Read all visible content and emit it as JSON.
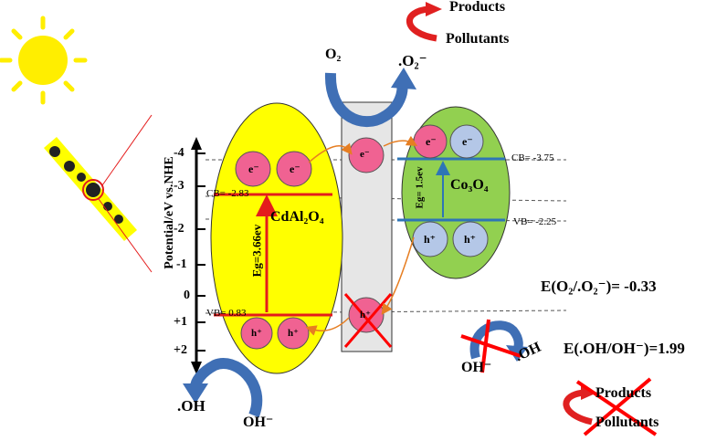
{
  "axis": {
    "title": "Potential/eV vs.NHE",
    "ticks": [
      "-4",
      "-3",
      "-2",
      "-1",
      "0",
      "+1",
      "+2"
    ]
  },
  "cdal2o4": {
    "name": "CdAl₂O₄",
    "cb": "CB= -2.83",
    "vb": "VB= 0.83",
    "eg": "Eg=3.66ev",
    "electron": "e⁻",
    "hole": "h⁺"
  },
  "co3o4": {
    "name": "Co₃O₄",
    "cb": "CB= -3.75",
    "vb": "VB= -2.25",
    "eg": "Eg= 1.5ev",
    "electron": "e⁻",
    "hole": "h⁺"
  },
  "middle": {
    "electron": "e⁻",
    "hole": "h⁺"
  },
  "species": {
    "o2": "O₂",
    "superoxide": ".O₂⁻",
    "oh_left": ".OH",
    "ohminus_left": "OH⁻",
    "oh_right": ".OH",
    "ohminus_right": "OH⁻"
  },
  "products_top": {
    "products": "Products",
    "pollutants": "Pollutants"
  },
  "products_bottom": {
    "products": "Products",
    "pollutants": "Pollutants"
  },
  "potentials": {
    "superoxide": "E(O₂/.O₂⁻)= -0.33",
    "hydroxyl": "E(.OH/OH⁻)=1.99"
  },
  "colors": {
    "sun": "#ffee00",
    "cdal2o4_fill": "#ffff00",
    "co3o4_fill": "#92d050",
    "particle_pink": "#f06292",
    "particle_blue": "#b4c7e7",
    "band_red": "#e41c1c",
    "band_blue": "#2e75b6",
    "arrow_blue": "#3f6fb5",
    "arrow_red": "#e02020",
    "cross_red": "#ff0000"
  }
}
